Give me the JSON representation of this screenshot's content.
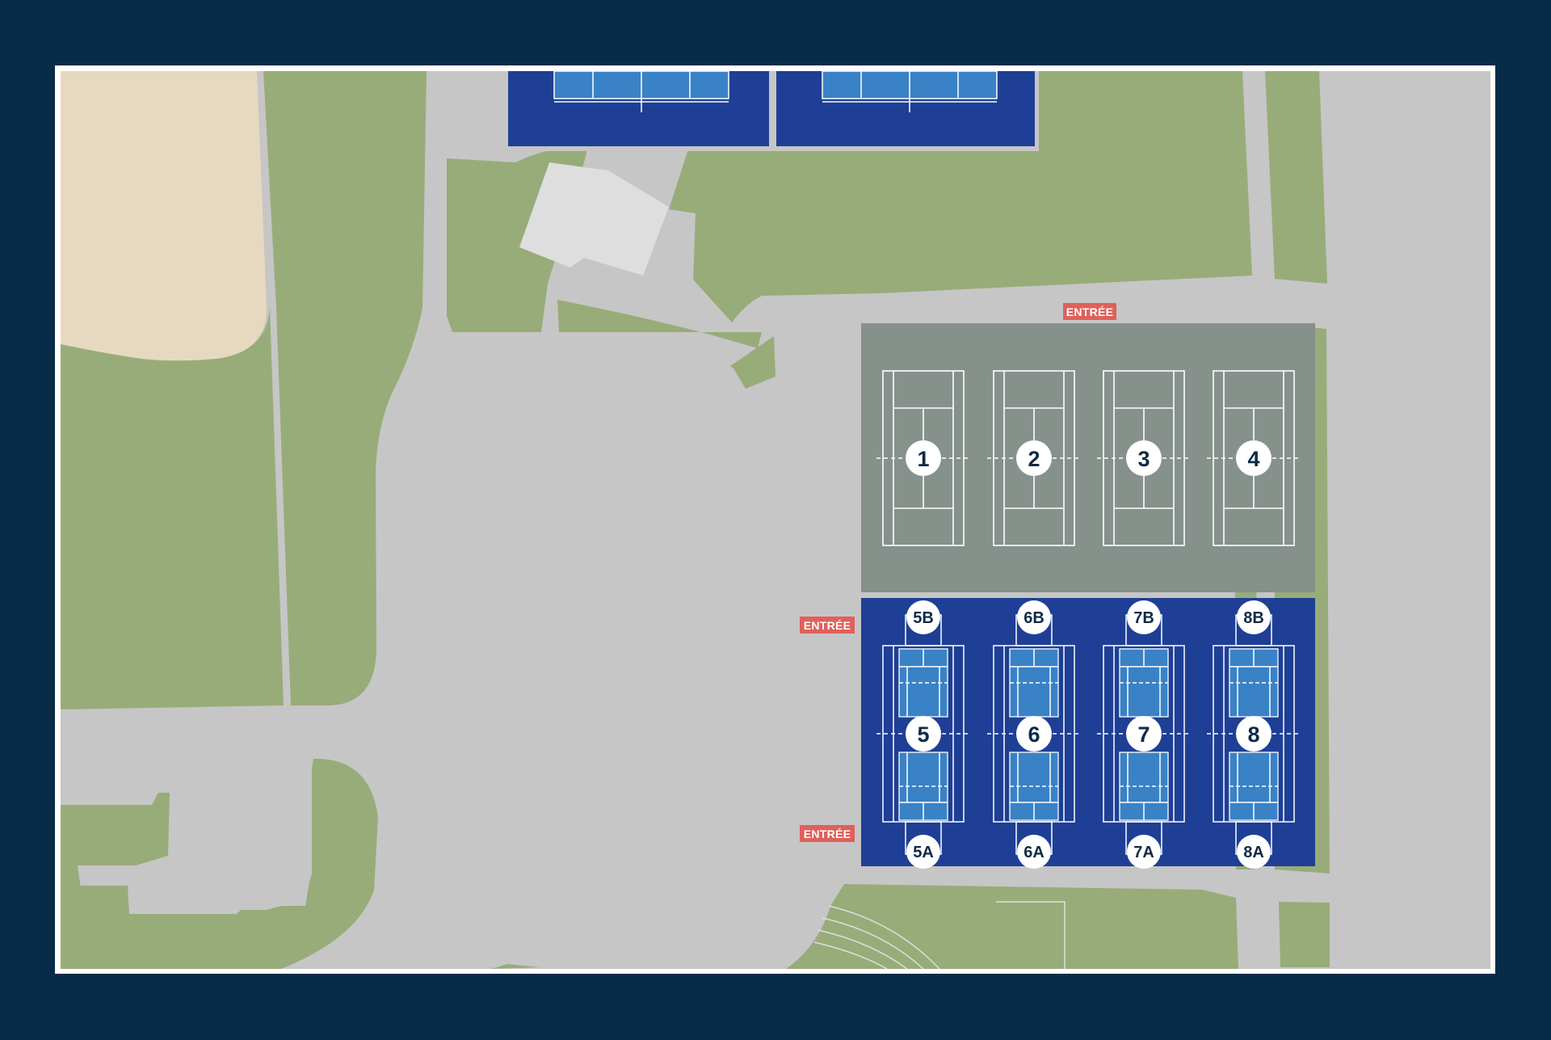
{
  "colors": {
    "background": "#082b48",
    "frame": "#ffffff",
    "grass": "#98ac79",
    "sand": "#e7d9bf",
    "pavement": "#c6c6c6",
    "building": "#dedede",
    "clay_surface": "#86918b",
    "court_surround_blue": "#1e3f95",
    "court_playing_blue": "#3a82c6",
    "court_lines": "#ffffff",
    "badge_fill": "#ffffff",
    "badge_text": "#0d2a45",
    "entrance_label": "#e0605a"
  },
  "entrances": [
    {
      "id": "north",
      "label": "ENTRÉE"
    },
    {
      "id": "west-upper",
      "label": "ENTRÉE"
    },
    {
      "id": "west-lower",
      "label": "ENTRÉE"
    }
  ],
  "courts_grey": [
    {
      "number": "1"
    },
    {
      "number": "2"
    },
    {
      "number": "3"
    },
    {
      "number": "4"
    }
  ],
  "courts_blue": [
    {
      "number": "5",
      "top": "5B",
      "bottom": "5A"
    },
    {
      "number": "6",
      "top": "6B",
      "bottom": "6A"
    },
    {
      "number": "7",
      "top": "7B",
      "bottom": "7A"
    },
    {
      "number": "8",
      "top": "8B",
      "bottom": "8A"
    }
  ]
}
